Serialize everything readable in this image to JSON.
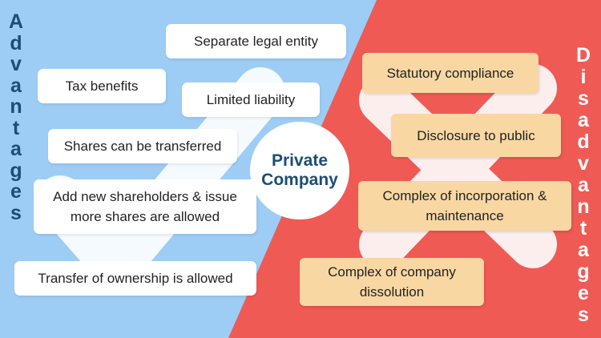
{
  "colors": {
    "advantages_bg": "#9dcdf5",
    "disadvantages_bg": "#f05a55",
    "advantage_box": "#ffffff",
    "disadvantage_box": "#f8d7a3",
    "title_blue": "#1c4d74",
    "mark_color": "#ffffff"
  },
  "icons": {
    "advantages_mark": "checkmark-icon",
    "disadvantages_mark": "cross-icon"
  },
  "advantages": {
    "title": "Advantages",
    "items": [
      "Separate legal entity",
      "Tax benefits",
      "Limited liability",
      "Shares can be transferred",
      "Add new shareholders & issue more shares are allowed",
      "Transfer of ownership is allowed"
    ]
  },
  "center": {
    "title": "Private Company"
  },
  "disadvantages": {
    "title": "Disadvantages",
    "items": [
      "Statutory compliance",
      "Disclosure to public",
      "Complex of incorporation & maintenance",
      "Complex of company dissolution"
    ]
  }
}
